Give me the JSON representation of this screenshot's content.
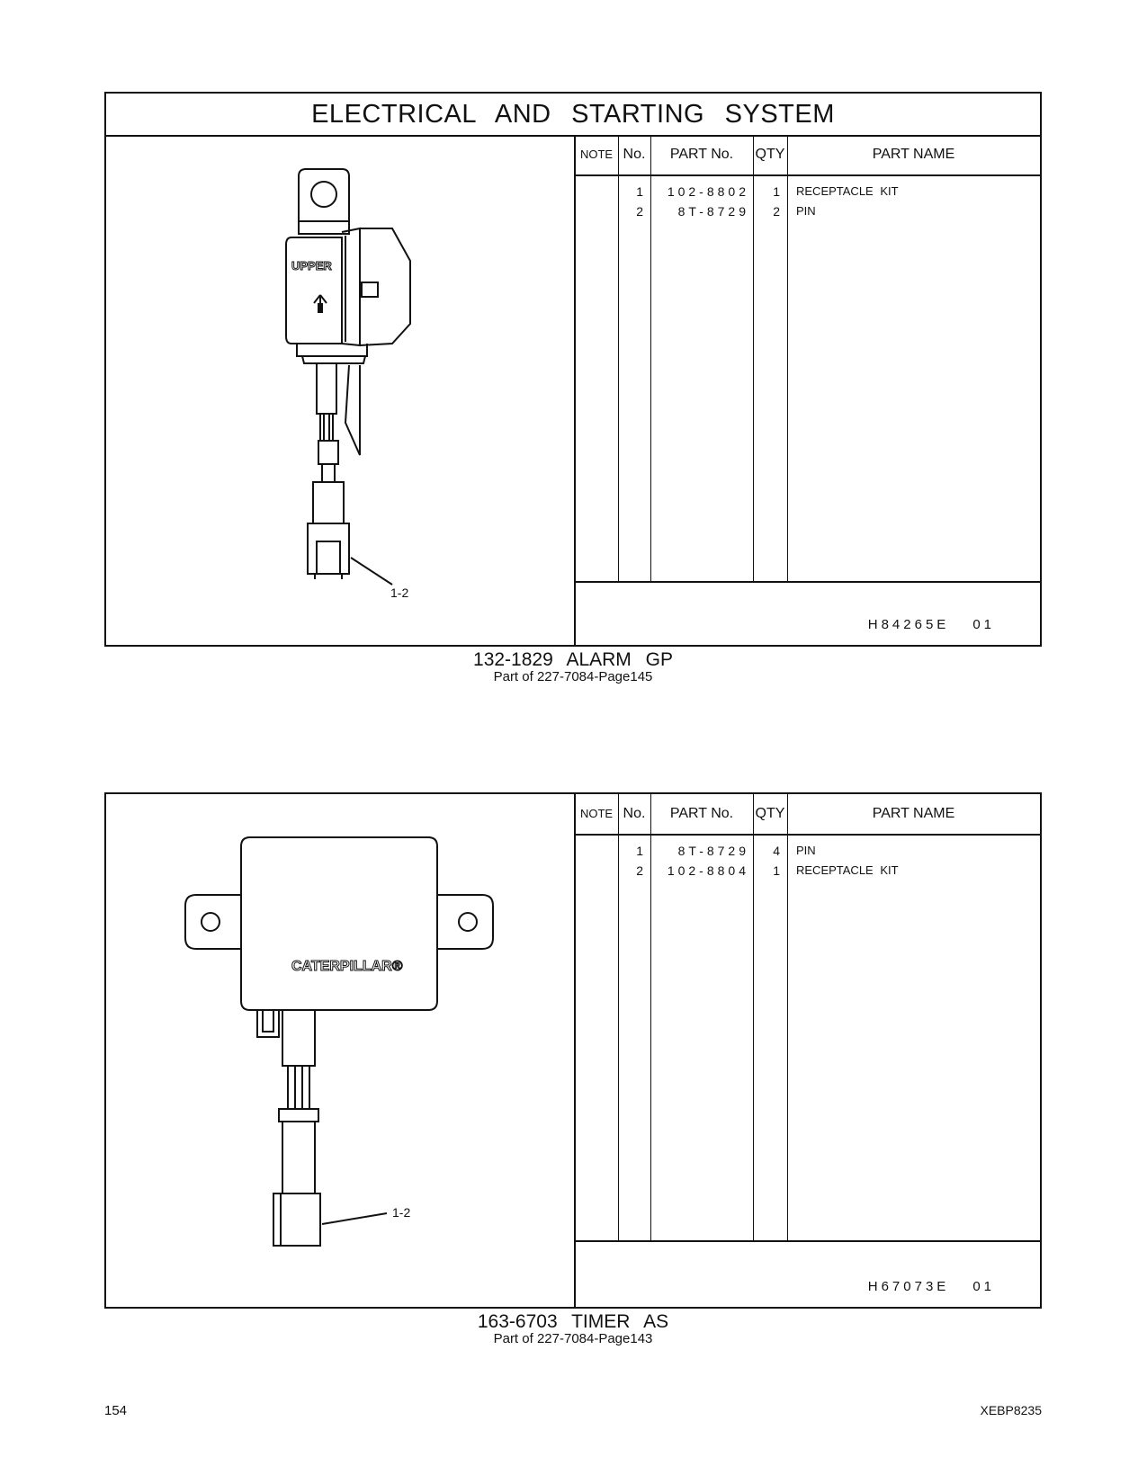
{
  "section_title": "ELECTRICAL  AND  STARTING  SYSTEM",
  "table_headers": {
    "note": "NOTE",
    "no": "No.",
    "part_no": "PART No.",
    "qty": "QTY",
    "part_name": "PART NAME"
  },
  "groups": [
    {
      "rows": [
        {
          "no": "1",
          "part_no": "102-8802",
          "qty": "1",
          "name": "RECEPTACLE  KIT"
        },
        {
          "no": "2",
          "part_no": "8T-8729",
          "qty": "2",
          "name": "PIN"
        }
      ],
      "illustration_ref": "H84265E",
      "illustration_rev": "01",
      "callout": "1-2",
      "label_text": "UPPER",
      "caption_main": "132-1829  ALARM  GP",
      "caption_sub": "Part of 227-7084-Page145"
    },
    {
      "rows": [
        {
          "no": "1",
          "part_no": "8T-8729",
          "qty": "4",
          "name": "PIN"
        },
        {
          "no": "2",
          "part_no": "102-8804",
          "qty": "1",
          "name": "RECEPTACLE  KIT"
        }
      ],
      "illustration_ref": "H67073E",
      "illustration_rev": "01",
      "callout": "1-2",
      "label_text": "CATERPILLAR®",
      "caption_main": "163-6703  TIMER  AS",
      "caption_sub": "Part of 227-7084-Page143"
    }
  ],
  "footer": {
    "page_number": "154",
    "doc_id": "XEBP8235"
  }
}
